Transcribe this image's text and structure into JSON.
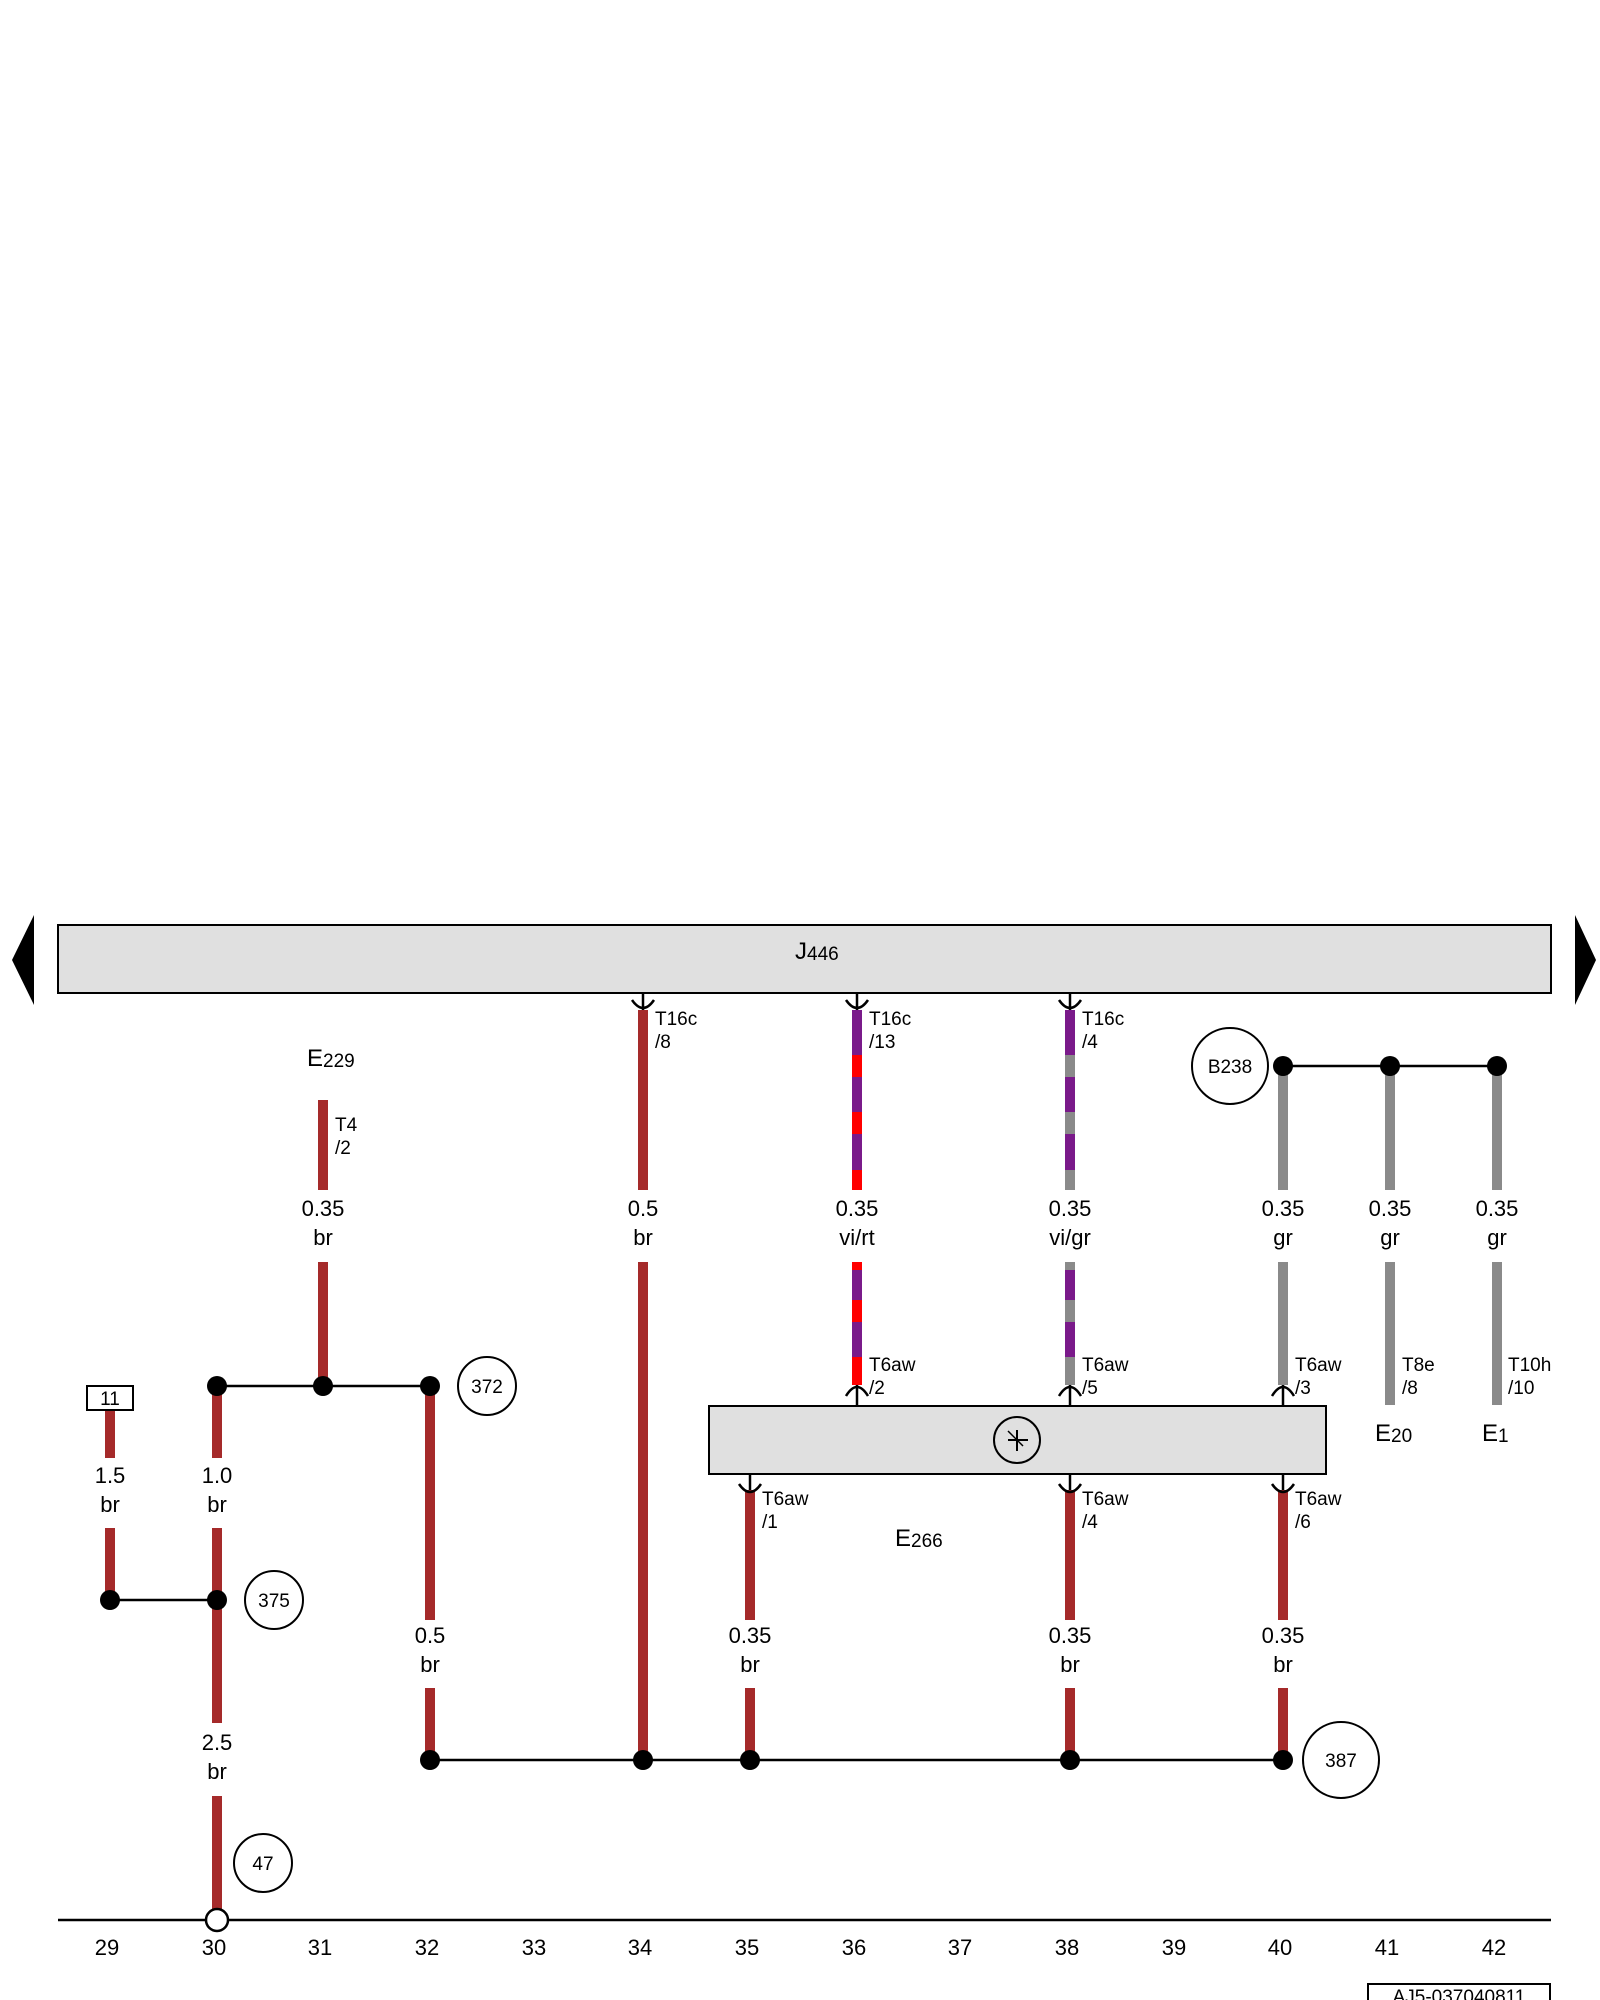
{
  "diagram": {
    "ref_code": "AJ5-037040811",
    "components": {
      "j446": {
        "letter": "J",
        "number": "446"
      },
      "e229": {
        "letter": "E",
        "number": "229"
      },
      "e266": {
        "letter": "E",
        "number": "266"
      },
      "e20": {
        "letter": "E",
        "number": "20"
      },
      "e1": {
        "letter": "E",
        "number": "1"
      }
    },
    "circles": {
      "c372": "372",
      "c375": "375",
      "c47": "47",
      "c387": "387",
      "cb238": "B238"
    },
    "fuse_box": "11",
    "connectors": {
      "t16c_8": [
        "T16c",
        "/8"
      ],
      "t16c_13": [
        "T16c",
        "/13"
      ],
      "t16c_4": [
        "T16c",
        "/4"
      ],
      "t4_2": [
        "T4",
        "/2"
      ],
      "t6aw_2": [
        "T6aw",
        "/2"
      ],
      "t6aw_5": [
        "T6aw",
        "/5"
      ],
      "t6aw_3": [
        "T6aw",
        "/3"
      ],
      "t8e_8": [
        "T8e",
        "/8"
      ],
      "t10h_10": [
        "T10h",
        "/10"
      ],
      "t6aw_1": [
        "T6aw",
        "/1"
      ],
      "t6aw_4": [
        "T6aw",
        "/4"
      ],
      "t6aw_6": [
        "T6aw",
        "/6"
      ]
    },
    "wires": {
      "w_e229": [
        "0.35",
        "br"
      ],
      "w_34": [
        "0.5",
        "br"
      ],
      "w_36": [
        "0.35",
        "vi/rt"
      ],
      "w_38": [
        "0.35",
        "vi/gr"
      ],
      "w_40top": [
        "0.35",
        "gr"
      ],
      "w_41": [
        "0.35",
        "gr"
      ],
      "w_42": [
        "0.35",
        "gr"
      ],
      "w_29": [
        "1.5",
        "br"
      ],
      "w_30a": [
        "1.0",
        "br"
      ],
      "w_30b": [
        "2.5",
        "br"
      ],
      "w_32": [
        "0.5",
        "br"
      ],
      "w_35": [
        "0.35",
        "br"
      ],
      "w_38b": [
        "0.35",
        "br"
      ],
      "w_40b": [
        "0.35",
        "br"
      ]
    },
    "columns": [
      "29",
      "30",
      "31",
      "32",
      "33",
      "34",
      "35",
      "36",
      "37",
      "38",
      "39",
      "40",
      "41",
      "42"
    ],
    "colors": {
      "brown_wire": "#a52a2a",
      "violet": "#7a1a8a",
      "red": "#ff0000",
      "grey_wire": "#8a8a8a",
      "box_fill": "#e0e0e0"
    }
  }
}
